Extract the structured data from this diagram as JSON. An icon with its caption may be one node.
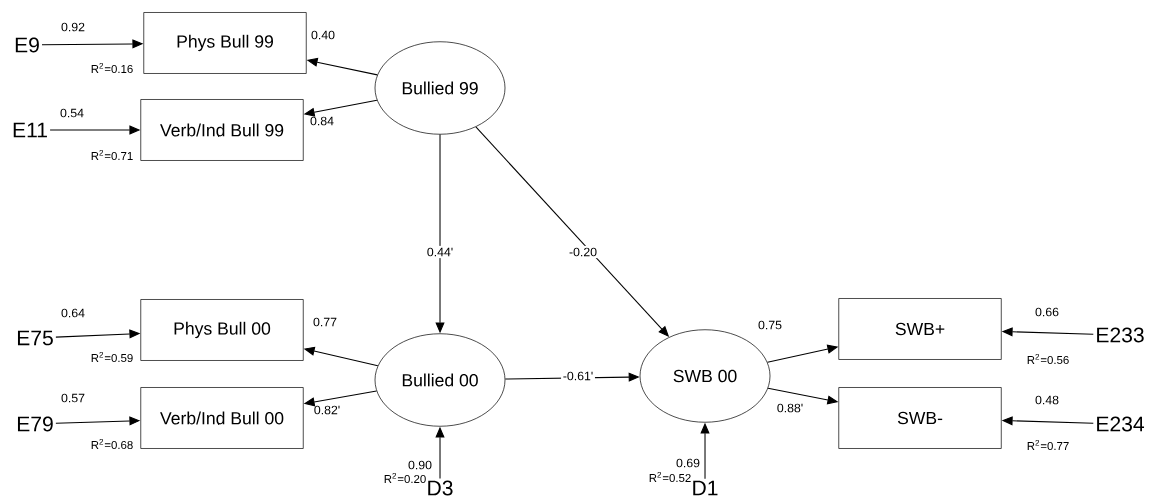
{
  "diagram": {
    "nodes": [
      {
        "text": [
          "Bullied 99"
        ]
      },
      {
        "text": [
          "Phys Bull 99"
        ],
        "beside": [
          "R$^{2}$=0.16"
        ]
      },
      {
        "text": [
          "Verb/Ind Bull 99"
        ],
        "beside": [
          "R$^{2}$=0.71"
        ]
      },
      {
        "text": [
          "Bullied 00"
        ]
      },
      {
        "text": [
          "Phys Bull 00"
        ],
        "beside": [
          "R$^{2}$=0.59"
        ]
      },
      {
        "text": [
          "Verb/Ind Bull 00"
        ],
        "beside": [
          "R$^{2}$=0.68"
        ]
      },
      {
        "text": [
          "SWB 00"
        ]
      },
      {
        "text": [
          "SWB+"
        ],
        "beside": [
          "R$^{2}$=0.56"
        ]
      },
      {
        "text": [
          "SWB-"
        ],
        "beside": [
          "R$^{2}$=0.77"
        ]
      },
      {
        "text": [
          "E9"
        ]
      },
      {
        "text": [
          "E11"
        ]
      },
      {
        "text": [
          "E75"
        ]
      },
      {
        "text": [
          "E79"
        ]
      },
      {
        "text": [
          "E233"
        ]
      },
      {
        "text": [
          "E234"
        ]
      },
      {
        "text": [
          "D3"
        ]
      },
      {
        "text": [
          "D1"
        ]
      }
    ],
    "edges": [
      {
        "from": 9,
        "to": 1,
        "arrow": "to",
        "label": "0.92"
      },
      {
        "from": 10,
        "to": 2,
        "arrow": "to",
        "label": "0.54"
      },
      {
        "from": 0,
        "to": 1,
        "arrow": "to",
        "label": "0.40"
      },
      {
        "from": 0,
        "to": 2,
        "arrow": "to",
        "label": "0.84"
      },
      {
        "from": 0,
        "to": 3,
        "arrow": "to",
        "label": "0.44'"
      },
      {
        "from": 0,
        "to": 6,
        "arrow": "to",
        "label": "-0.20"
      },
      {
        "from": 11,
        "to": 4,
        "arrow": "to",
        "label": "0.64"
      },
      {
        "from": 12,
        "to": 5,
        "arrow": "to",
        "label": "0.57"
      },
      {
        "from": 3,
        "to": 4,
        "arrow": "to",
        "label": "0.77"
      },
      {
        "from": 3,
        "to": 5,
        "arrow": "to",
        "label": "0.82'"
      },
      {
        "from": 15,
        "to": 3,
        "arrow": "to",
        "label": "0.90"
      },
      {
        "from": 3,
        "to": 6,
        "arrow": "to",
        "label": "-0.61'"
      },
      {
        "from": 16,
        "to": 6,
        "arrow": "to",
        "label": "0.69"
      },
      {
        "from": 6,
        "to": 7,
        "arrow": "to",
        "label": "0.75"
      },
      {
        "from": 6,
        "to": 8,
        "arrow": "to",
        "label": "0.88'"
      },
      {
        "from": 13,
        "to": 7,
        "arrow": "to",
        "label": "0.66"
      },
      {
        "from": 14,
        "to": 8,
        "arrow": "to",
        "label": "0.48"
      }
    ],
    "labels": [
      "R$^{2}$=0.20",
      "R$^{2}$=0.52"
    ]
  }
}
